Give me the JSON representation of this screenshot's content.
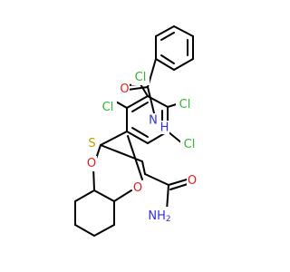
{
  "colors": {
    "background": "#ffffff",
    "bond": "#000000",
    "chlorine": "#2db82d",
    "nitrogen": "#3030e6",
    "oxygen": "#e61b1b",
    "sulfur": "#b8a000"
  },
  "atoms": {
    "cl_top": "Cl",
    "cl_left": "Cl",
    "cl_right": "Cl",
    "cl_mid_right": "Cl",
    "o_carbonyl": "O",
    "n_amide": "N",
    "h_amide": "H",
    "s_thio": "S",
    "o_ether_left": "O",
    "o_ether_right": "O",
    "o_carboxamide": "O",
    "nh2_amide": "NH",
    "nh2_sub": "2"
  }
}
